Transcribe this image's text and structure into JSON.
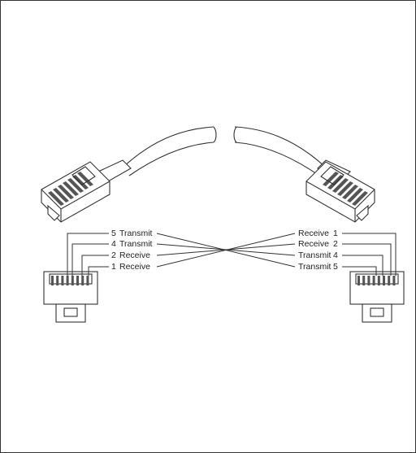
{
  "diagram": {
    "left_pins": [
      {
        "num": "5",
        "name": "Transmit"
      },
      {
        "num": "4",
        "name": "Transmit"
      },
      {
        "num": "2",
        "name": "Receive"
      },
      {
        "num": "1",
        "name": "Receive"
      }
    ],
    "right_pins": [
      {
        "name": "Receive",
        "num": "1"
      },
      {
        "name": "Receive",
        "num": "2"
      },
      {
        "name": "Transmit",
        "num": "4"
      },
      {
        "name": "Transmit",
        "num": "5"
      }
    ],
    "crossover": [
      {
        "from": 0,
        "to": 3
      },
      {
        "from": 1,
        "to": 2
      },
      {
        "from": 2,
        "to": 1
      },
      {
        "from": 3,
        "to": 0
      }
    ],
    "colors": {
      "ink": "#333333",
      "paper": "#ffffff"
    }
  }
}
